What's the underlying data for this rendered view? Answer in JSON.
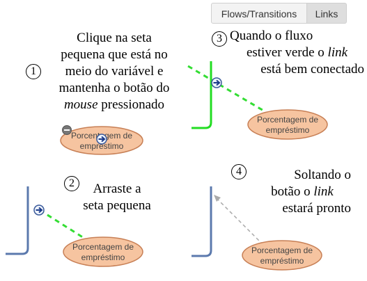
{
  "tabs": {
    "flows": "Flows/Transitions",
    "links": "Links"
  },
  "steps": {
    "s1": {
      "number": "1",
      "lines": [
        "Clique na seta",
        "pequena que está no",
        "meio do variável e",
        "mantenha o botão do"
      ],
      "last_em": "mouse",
      "last_rest": " pressionado"
    },
    "s2": {
      "number": "2",
      "line1": "Arraste a",
      "line2": "seta pequena"
    },
    "s3": {
      "number": "3",
      "line1": "Quando o  fluxo",
      "line2_pre": "estiver verde o ",
      "line2_em": "link",
      "line3": "está bem conectado"
    },
    "s4": {
      "number": "4",
      "line1": "Soltando o",
      "line2_pre": "botão o ",
      "line2_em": "link",
      "line3": "estará pronto"
    }
  },
  "variable": {
    "line1": "Porcentagem de",
    "line2": "empréstimo"
  },
  "colors": {
    "stock": "#5b79ad",
    "connected": "#22dd22",
    "ellipse_fill": "#f6c4a0",
    "ellipse_stroke": "#c77f55",
    "dash_green": "#33dd33",
    "dash_gray": "#aaaaaa"
  }
}
